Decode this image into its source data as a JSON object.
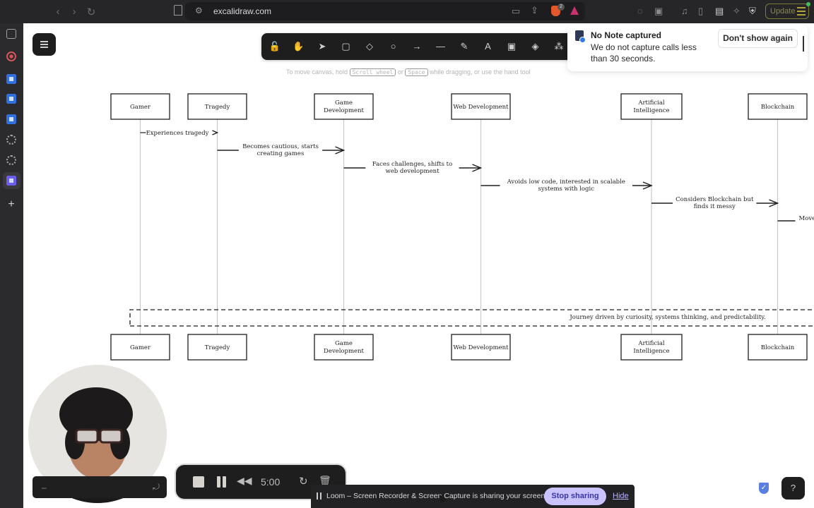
{
  "browser": {
    "url": "excalidraw.com",
    "back_icon": "chevron-left-icon",
    "forward_icon": "chevron-right-icon",
    "reload_icon": "reload-icon",
    "update_label": "Update",
    "brave_badge": "2",
    "accent_update": "#b0a33a"
  },
  "side_rail": {
    "items": [
      {
        "name": "sidebar-toggle-icon",
        "color": "#9aa0a6"
      },
      {
        "name": "record-app-icon",
        "color": "#d9545a"
      },
      {
        "name": "app-icon-1",
        "color": "#2f6fe0"
      },
      {
        "name": "app-icon-2",
        "color": "#2f6fe0"
      },
      {
        "name": "app-icon-3",
        "color": "#2f6fe0"
      },
      {
        "name": "chatgpt-icon",
        "color": "#a8a8a8"
      },
      {
        "name": "chatgpt-icon-2",
        "color": "#a8a8a8"
      },
      {
        "name": "excalidraw-icon",
        "color": "#6d5cf0"
      },
      {
        "name": "add-icon",
        "color": "#cfcfcf"
      }
    ]
  },
  "excalidraw": {
    "tools": [
      {
        "name": "lock-icon",
        "glyph": "🔓"
      },
      {
        "name": "hand-icon",
        "glyph": "✋"
      },
      {
        "name": "selection-icon",
        "glyph": "➤"
      },
      {
        "name": "rectangle-icon",
        "glyph": "▢"
      },
      {
        "name": "diamond-icon",
        "glyph": "◇"
      },
      {
        "name": "ellipse-icon",
        "glyph": "○"
      },
      {
        "name": "arrow-icon",
        "glyph": "→"
      },
      {
        "name": "line-icon",
        "glyph": "—"
      },
      {
        "name": "pencil-icon",
        "glyph": "✎"
      },
      {
        "name": "text-icon",
        "glyph": "A"
      },
      {
        "name": "image-icon",
        "glyph": "▣"
      },
      {
        "name": "eraser-icon",
        "glyph": "◈"
      },
      {
        "name": "more-shapes-icon",
        "glyph": "⁂"
      }
    ],
    "hint": {
      "before": "To move canvas, hold",
      "key1": "Scroll wheel",
      "mid": "or",
      "key2": "Space",
      "after": "while dragging, or use the hand tool"
    }
  },
  "diagram": {
    "participants": [
      {
        "label1": "Gamer",
        "label2": ""
      },
      {
        "label1": "Tragedy",
        "label2": ""
      },
      {
        "label1": "Game",
        "label2": "Development"
      },
      {
        "label1": "Web Development",
        "label2": ""
      },
      {
        "label1": "Artificial",
        "label2": "Intelligence"
      },
      {
        "label1": "Blockchain",
        "label2": ""
      }
    ],
    "messages": [
      {
        "line1": "Experiences tragedy",
        "line2": ""
      },
      {
        "line1": "Becomes cautious, starts",
        "line2": "creating games"
      },
      {
        "line1": "Faces challenges, shifts to",
        "line2": "web development"
      },
      {
        "line1": "Avoids low code, interested in scalable",
        "line2": "systems with logic"
      },
      {
        "line1": "Considers Blockchain but",
        "line2": "finds it messy"
      },
      {
        "line1": "Move",
        "line2": ""
      }
    ],
    "note": "Journey driven by curiosity, systems thinking, and predictability."
  },
  "toast": {
    "title": "No Note captured",
    "body": "We do not capture calls less than 30 seconds.",
    "button": "Don't show again"
  },
  "recorder": {
    "time": "5:00",
    "share_text": "Loom – Screen Recorder & Screen Capture is sharing your screen.",
    "stop_label": "Stop sharing",
    "hide_label": "Hide",
    "stop_color": "#c9c3ff"
  }
}
